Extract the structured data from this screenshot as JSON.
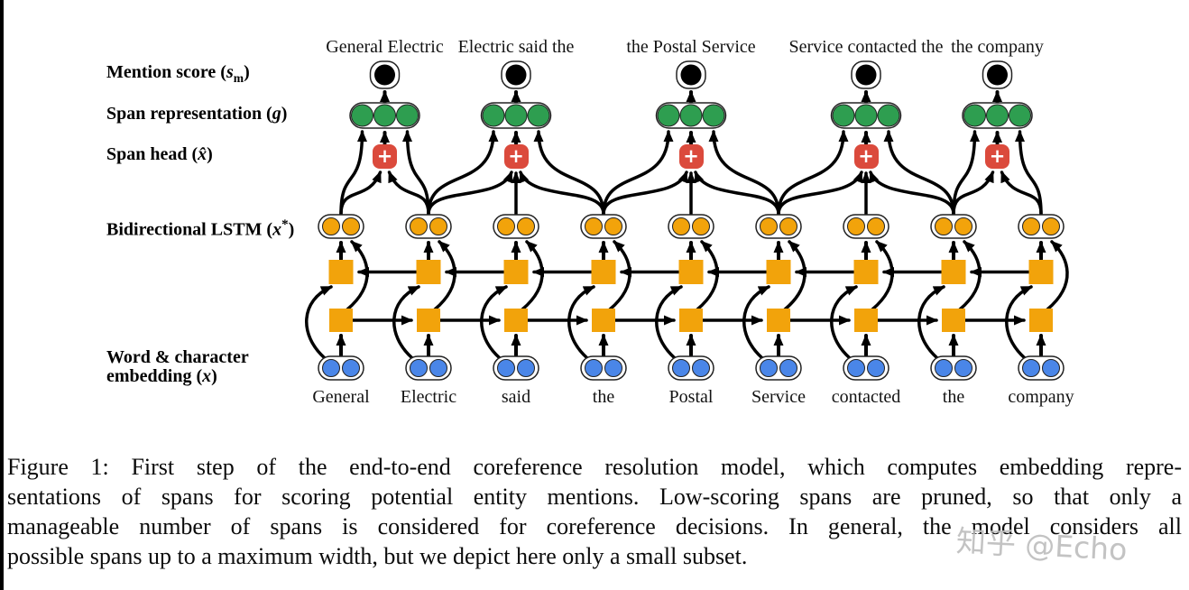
{
  "figure": {
    "layer_labels": [
      [
        [
          {
            "t": "Mention score ("
          },
          {
            "t": "s",
            "style": "italic"
          },
          {
            "t": "m",
            "style": "sub"
          },
          {
            "t": ")"
          }
        ]
      ],
      [
        [
          {
            "t": "Span representation ("
          },
          {
            "t": "g",
            "style": "italic"
          },
          {
            "t": ")"
          }
        ]
      ],
      [
        [
          {
            "t": "Span head ("
          },
          {
            "t": "x̂",
            "style": "italic"
          },
          {
            "t": ")"
          }
        ]
      ],
      [
        [
          {
            "t": "Bidirectional LSTM ("
          },
          {
            "t": "x",
            "style": "italic"
          },
          {
            "t": "*",
            "style": "sup"
          },
          {
            "t": ")"
          }
        ]
      ],
      [
        [
          {
            "t": "Word & character"
          }
        ],
        [
          {
            "t": "embedding ("
          },
          {
            "t": "x",
            "style": "italic"
          },
          {
            "t": ")"
          }
        ]
      ]
    ],
    "words": [
      "General",
      "Electric",
      "said",
      "the",
      "Postal",
      "Service",
      "contacted",
      "the",
      "company"
    ],
    "spans": [
      {
        "label": "General Electric",
        "word_indices": [
          0,
          1
        ]
      },
      {
        "label": "Electric said the",
        "word_indices": [
          1,
          2,
          3
        ]
      },
      {
        "label": "the Postal Service",
        "word_indices": [
          3,
          4,
          5
        ]
      },
      {
        "label": "Service contacted the",
        "word_indices": [
          5,
          6,
          7
        ]
      },
      {
        "label": "the company",
        "word_indices": [
          7,
          8
        ]
      }
    ],
    "plus_symbol": "+",
    "colors": {
      "lstm_orange": "#F2A30B",
      "embedding_blue": "#4A86E8",
      "span_green": "#2E9E50",
      "head_red": "#DB4A3C",
      "node_black": "#000000"
    }
  },
  "caption": {
    "lines": [
      "Figure 1: First step of the end-to-end coreference resolution model, which computes embedding repre-",
      "sentations of spans for scoring potential entity mentions. Low-scoring spans are pruned, so that only a",
      "manageable number of spans is considered for coreference decisions. In general, the model considers all",
      "possible spans up to a maximum width, but we depict here only a small subset."
    ]
  },
  "watermark": {
    "text": "知乎 @Echo"
  }
}
